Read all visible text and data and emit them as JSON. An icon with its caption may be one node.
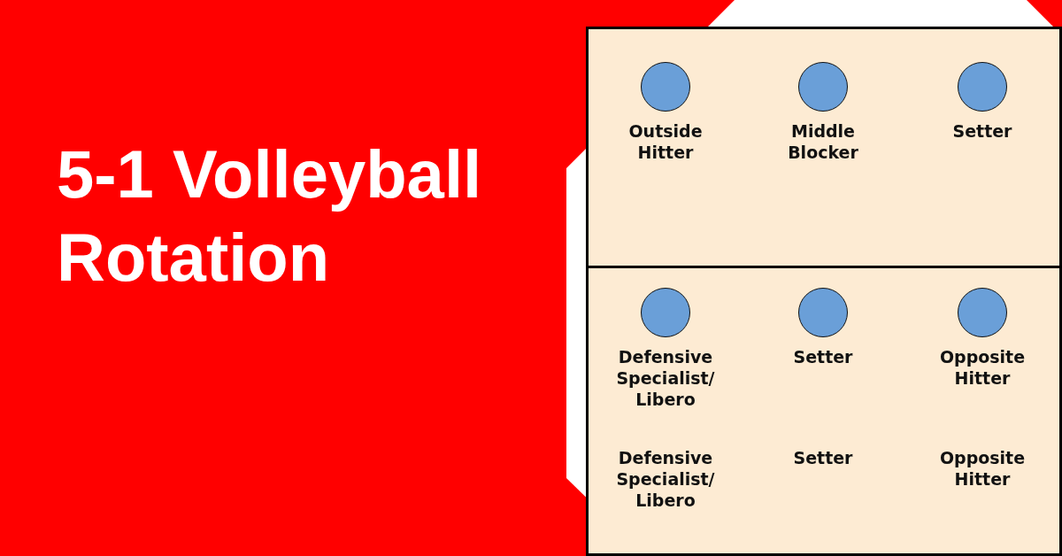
{
  "diagram": {
    "title": "5-1 Volleyball Rotation",
    "nodes": [
      {
        "text": [
          "Outside Hitter"
        ]
      },
      {
        "text": [
          "Middle Blocker"
        ]
      },
      {
        "text": [
          "Setter"
        ]
      },
      {
        "text": [
          "Defensive Specialist/ Libero"
        ]
      },
      {
        "text": [
          "Setter"
        ]
      },
      {
        "text": [
          "Opposite Hitter"
        ]
      }
    ],
    "labels": [
      "Defensive Specialist/ Libero",
      "Setter",
      "Opposite Hitter"
    ]
  }
}
